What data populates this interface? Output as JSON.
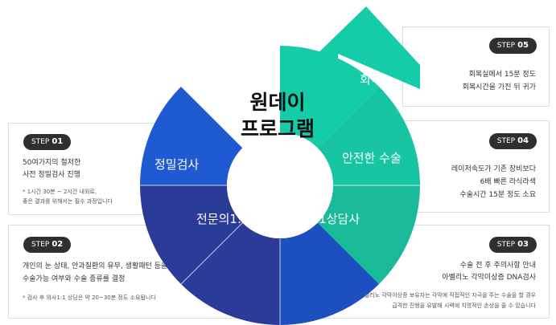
{
  "center_title": [
    "원데이",
    "프로그램"
  ],
  "segments": {
    "recovery": "회복",
    "safe_surgery": "안전한 수술",
    "precise_exam": "정밀검사",
    "specialist_care": "전문의1:1진료",
    "dedicated_consult": "전담1:1상담사"
  },
  "steps": [
    {
      "label": "STEP",
      "num": "05",
      "lines": [
        "회복실에서 15분 정도",
        "회복시간을 가진 뒤 귀가"
      ],
      "notes": []
    },
    {
      "label": "STEP",
      "num": "04",
      "lines": [
        "레이저속도가 기존 장비보다",
        "6배 빠른 라식라섹",
        "수술시간 15분 정도 소요"
      ],
      "notes": []
    },
    {
      "label": "STEP",
      "num": "03",
      "lines": [
        "수술 전 후 주의사항 안내",
        "아벨리노 각막이상증 DNA검사"
      ],
      "notes": [
        "* 아벨리노 각막이상증 보유자는 각막에 직접적인 자극을 주는 수술을 할 경우",
        "급격한 진행을 유발해 시력에 치명적인 손상을 줄 수 있습니다"
      ]
    },
    {
      "label": "STEP",
      "num": "01",
      "lines": [
        "50여가지의 철저한",
        "사전 정밀검사 진행"
      ],
      "notes": [
        "* 1시간 30분 ~ 2시간 내외로,",
        "좋은 결과를 위해서는 필수 과정입니다"
      ]
    },
    {
      "label": "STEP",
      "num": "02",
      "lines": [
        "개인의 눈 상태, 안과질환의 유무, 생활패턴 등을 고려해",
        "수술가능 여부와 수술 종류를 결정"
      ],
      "notes": [
        "* 검사 후 의사1:1 상담은 약 20~30분 정도 소요됩니다"
      ]
    }
  ],
  "colors": {
    "teal": "#1ec9a6",
    "blue": "#1a54c7",
    "navy": "#2a2a8a",
    "badge": "#2f2f2f"
  }
}
